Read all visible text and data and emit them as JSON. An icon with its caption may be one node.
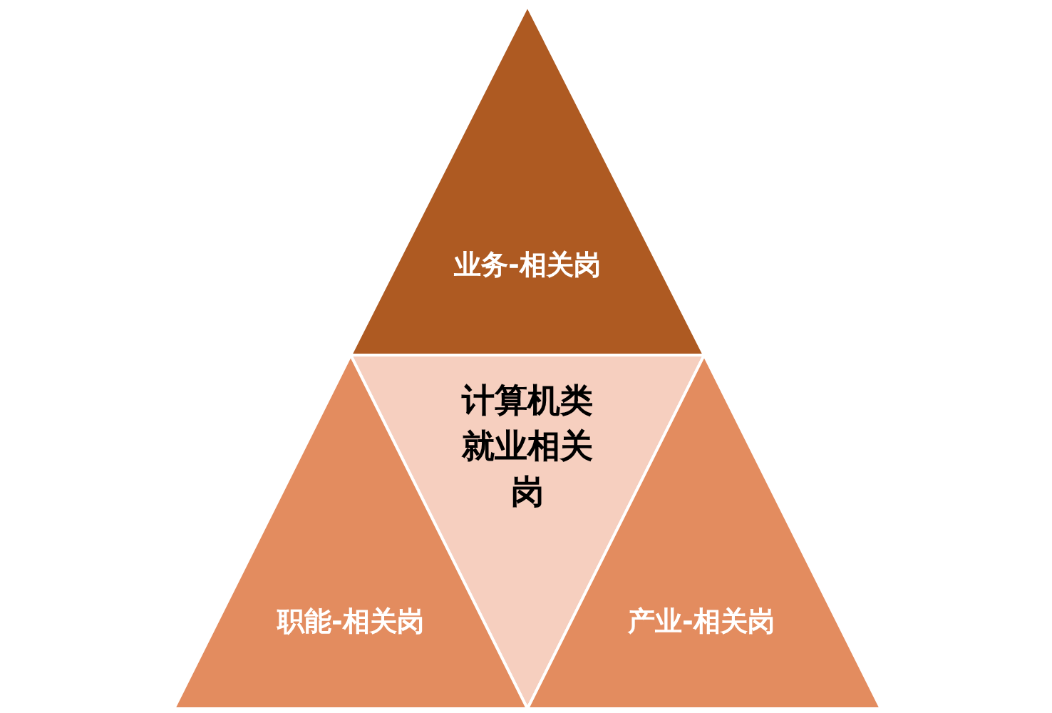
{
  "diagram": {
    "nodes": [
      {
        "text": [
          "业务-相关岗"
        ]
      },
      {
        "text": [
          "计算机类就业相关岗"
        ]
      },
      {
        "text": [
          "职能-相关岗"
        ]
      },
      {
        "text": [
          "产业-相关岗"
        ]
      }
    ]
  }
}
